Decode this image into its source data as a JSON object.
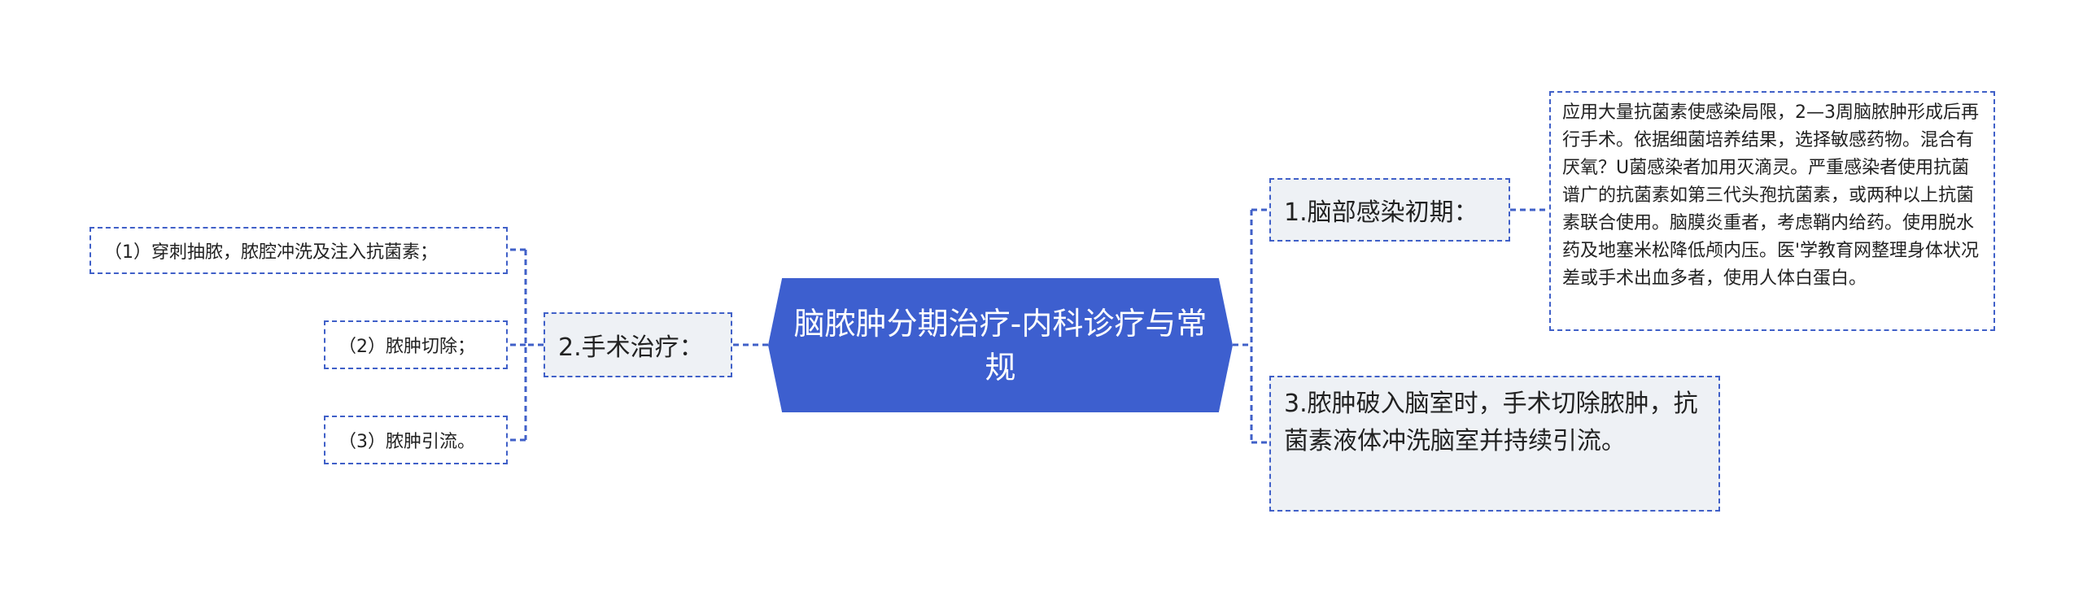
{
  "colors": {
    "root_fill": "#3d5fcf",
    "connector": "#4060c8",
    "branch_fill": "#eef1f5",
    "leaf_fill": "#ffffff"
  },
  "root": {
    "title": "脑脓肿分期治疗-内科诊疗与常规"
  },
  "left": {
    "branch": "2.手术治疗：",
    "leaves": [
      "（1）穿刺抽脓，脓腔冲洗及注入抗菌素；",
      "（2）脓肿切除；",
      "（3）脓肿引流。"
    ]
  },
  "right": {
    "branch1": {
      "label": "1.脑部感染初期：",
      "detail": "应用大量抗菌素使感染局限，2—3周脑脓肿形成后再行手术。依据细菌培养结果，选择敏感药物。混合有厌氧？U菌感染者加用灭滴灵。严重感染者使用抗菌谱广的抗菌素如第三代头孢抗菌素，或两种以上抗菌素联合使用。脑膜炎重者，考虑鞘内给药。使用脱水药及地塞米松降低颅内压。医'学教育网整理身体状况差或手术出血多者，使用人体白蛋白。"
    },
    "branch3": {
      "label": "3.脓肿破入脑室时，手术切除脓肿，抗菌素液体冲洗脑室并持续引流。"
    }
  }
}
